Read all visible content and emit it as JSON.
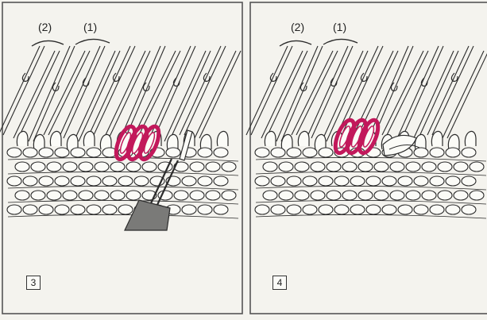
{
  "panels": [
    {
      "number": "3",
      "group_labels": [
        "(2)",
        "(1)"
      ],
      "shows_tool": true
    },
    {
      "number": "4",
      "group_labels": [
        "(2)",
        "(1)"
      ],
      "shows_tool": false
    }
  ],
  "colors": {
    "background": "#f4f3ee",
    "line": "#2b2b2b",
    "highlight": "#c2185b",
    "tool": "#7a7a78",
    "border": "#555555"
  }
}
